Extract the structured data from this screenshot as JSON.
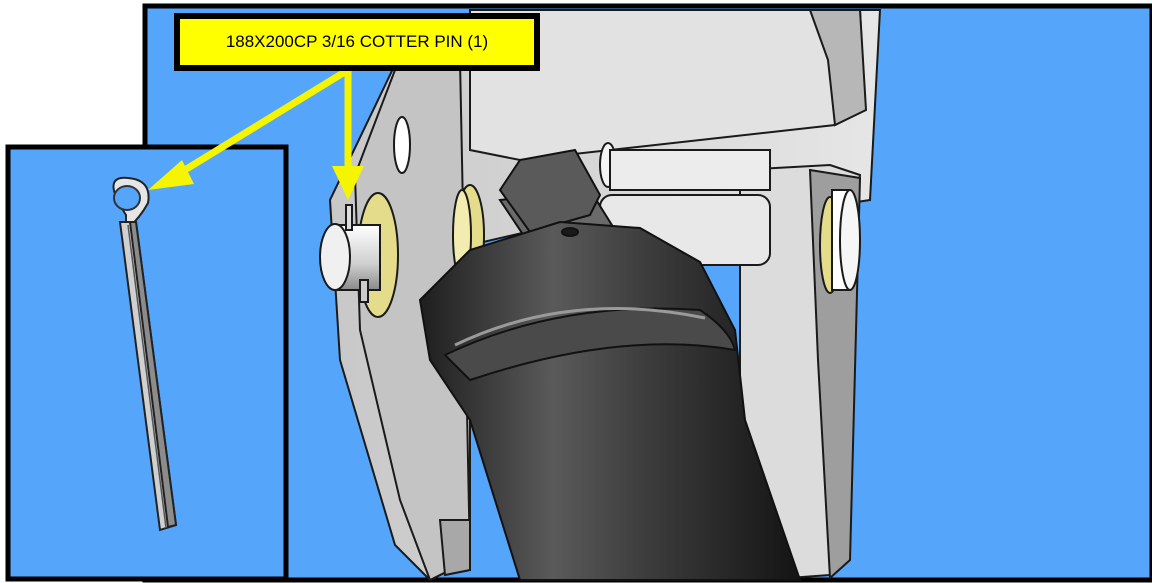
{
  "callout": {
    "label": "188X200CP 3/16 COTTER PIN (1)",
    "quantity": 1
  },
  "colors": {
    "background": "#55a5fb",
    "callout_fill": "#ffff00",
    "arrow": "#f5f500",
    "frame": "#000000",
    "washer": "#e4dc8a",
    "metal_light": "#d9d9d9",
    "metal_dark": "#3a3a3a"
  },
  "parts": [
    {
      "name": "cotter-pin",
      "shown_in": "inset"
    },
    {
      "name": "clevis-pin"
    },
    {
      "name": "washer"
    },
    {
      "name": "hydraulic-cylinder"
    },
    {
      "name": "mounting-bracket"
    }
  ]
}
